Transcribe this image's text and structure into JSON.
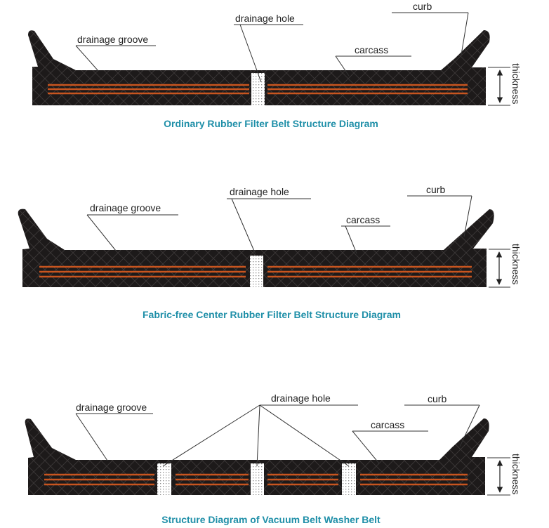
{
  "colors": {
    "rubber": "#1d1a1a",
    "mesh": "#3c3838",
    "fabric": "#c8551f",
    "caption": "#1f8fa8",
    "line": "#333333"
  },
  "diagrams": [
    {
      "caption": "Ordinary Rubber Filter Belt Structure Diagram",
      "labels": {
        "drainage_hole": "drainage hole",
        "drainage_groove": "drainage groove",
        "curb": "curb",
        "carcass": "carcass",
        "thickness": "thickness"
      }
    },
    {
      "caption": "Fabric-free Center Rubber Filter Belt Structure Diagram",
      "labels": {
        "drainage_hole": "drainage hole",
        "drainage_groove": "drainage  groove",
        "curb": "curb",
        "carcass": "carcass",
        "thickness": "thickness"
      }
    },
    {
      "caption": "Structure Diagram of Vacuum Belt Washer Belt",
      "labels": {
        "drainage_hole": "drainage hole",
        "drainage_groove": "drainage groove",
        "curb": "curb",
        "carcass": "carcass",
        "thickness": "thickness"
      }
    }
  ]
}
